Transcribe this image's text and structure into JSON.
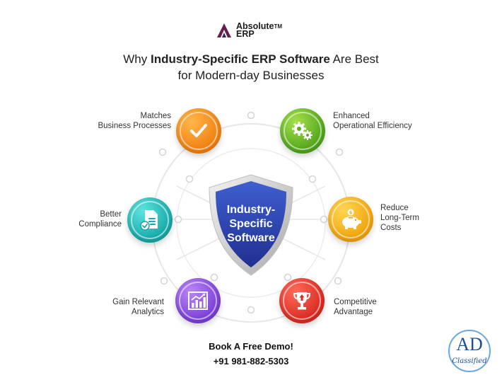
{
  "logo": {
    "name": "Absolute",
    "trademark": "TM",
    "sub": "ERP",
    "color": "#6b1c4e"
  },
  "title": {
    "prefix": "Why ",
    "bold": "Industry-Specific ERP Software",
    "suffix": " Are Best",
    "line2": "for Modern-day Businesses"
  },
  "center": {
    "line1": "Industry-",
    "line2": "Specific",
    "line3": "Software",
    "shield_color": "#2f49b3"
  },
  "features": {
    "matches": {
      "line1": "Matches",
      "line2": "Business Processes",
      "icon": "checkmark-icon"
    },
    "enhanced": {
      "line1": "Enhanced",
      "line2": "Operational Efficiency",
      "icon": "gears-icon"
    },
    "compliance": {
      "line1": "Better",
      "line2": "Compliance",
      "icon": "document-check-icon"
    },
    "costs": {
      "line1": "Reduce",
      "line2": "Long-Term",
      "line3": "Costs",
      "icon": "piggy-bank-icon"
    },
    "analytics": {
      "line1": "Gain Relevant",
      "line2": "Analytics",
      "icon": "bar-chart-icon"
    },
    "competitive": {
      "line1": "Competitive",
      "line2": "Advantage",
      "icon": "trophy-icon"
    }
  },
  "cta": {
    "demo": "Book A Free Demo!",
    "phone": "+91 981-882-5303"
  },
  "watermark": {
    "ad": "AD",
    "classified": "Classified"
  }
}
